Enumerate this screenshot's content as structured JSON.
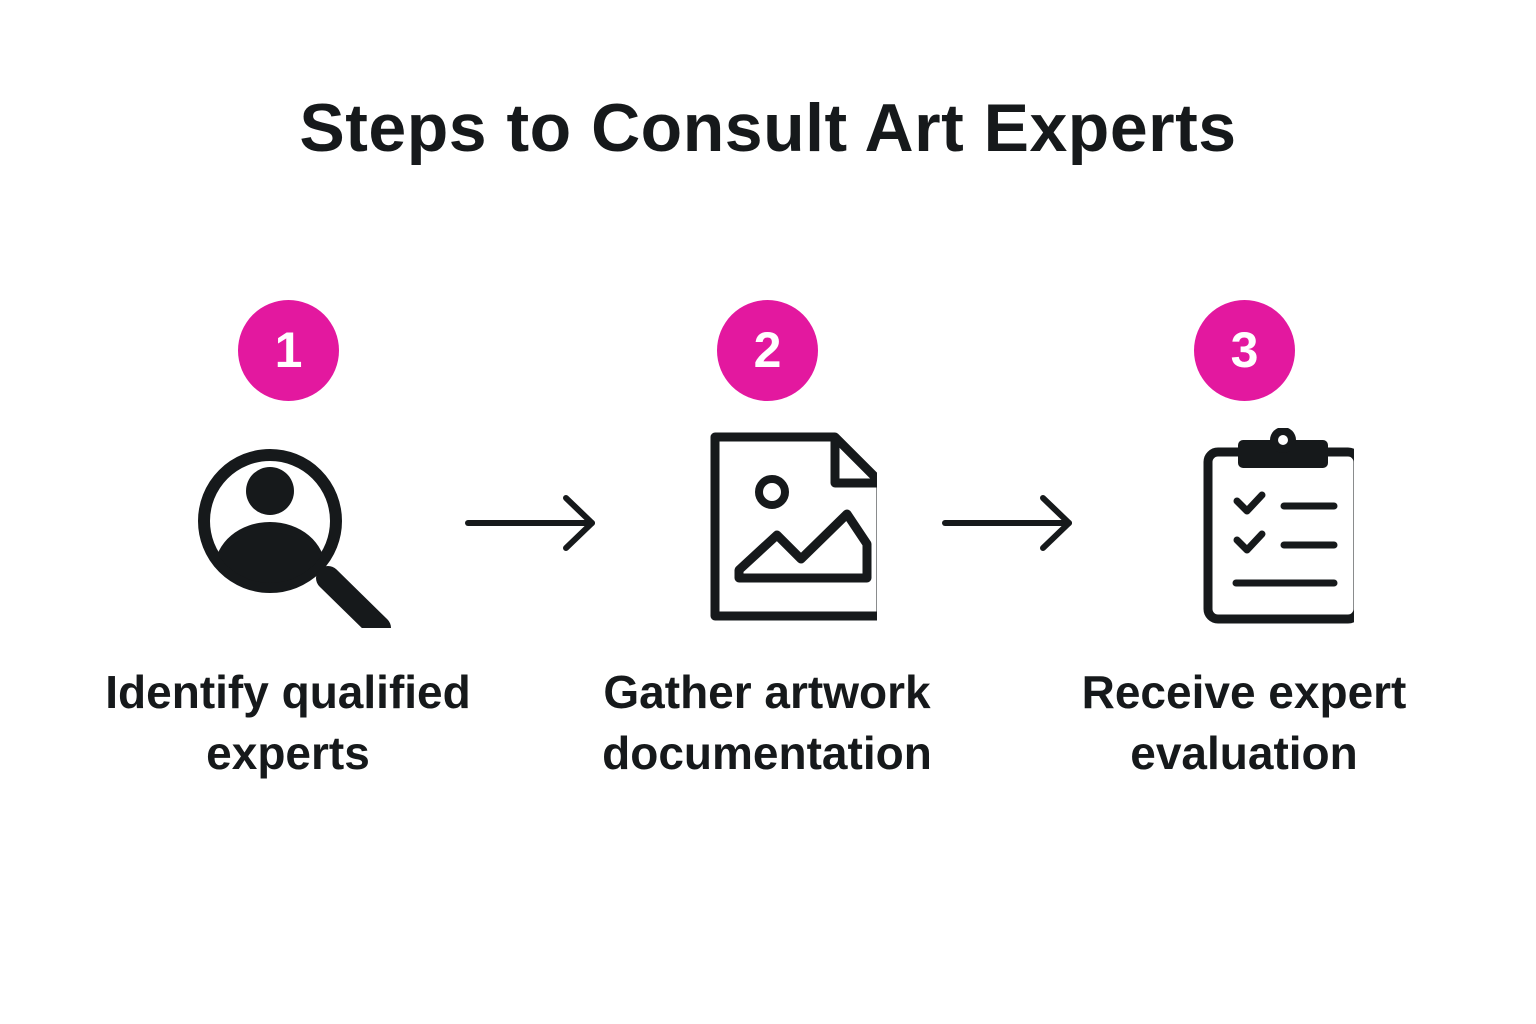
{
  "title": "Steps to Consult Art Experts",
  "colors": {
    "accent": "#e3189f",
    "ink": "#16191b",
    "background": "#ffffff"
  },
  "steps": [
    {
      "number": "1",
      "icon": "search-person-icon",
      "label": "Identify qualified experts"
    },
    {
      "number": "2",
      "icon": "image-document-icon",
      "label": "Gather artwork documentation"
    },
    {
      "number": "3",
      "icon": "clipboard-checklist-icon",
      "label": "Receive expert evaluation"
    }
  ]
}
